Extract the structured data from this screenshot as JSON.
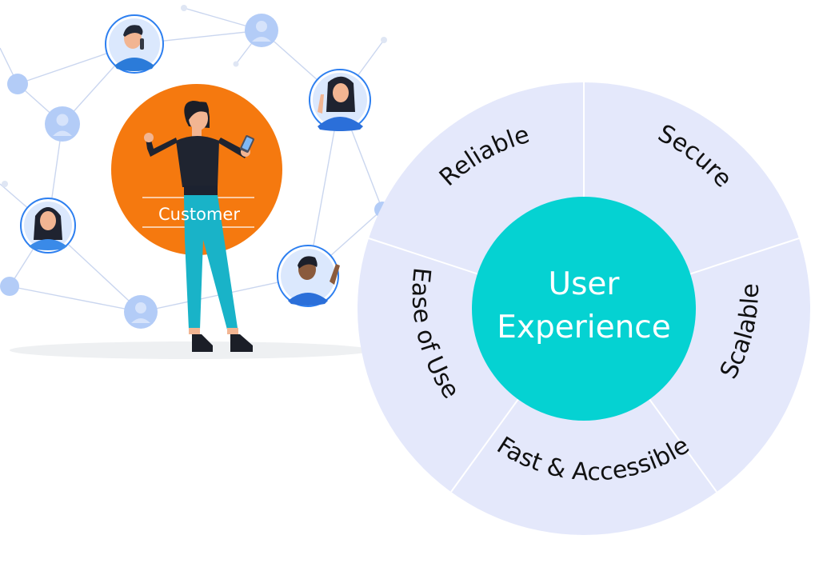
{
  "customer_label": "Customer",
  "center_label": {
    "line1": "User",
    "line2": "Experience"
  },
  "segments": [
    {
      "label": "Reliable"
    },
    {
      "label": "Secure"
    },
    {
      "label": "Scalable"
    },
    {
      "label": "Fast & Accessible"
    },
    {
      "label": "Ease of Use"
    }
  ],
  "colors": {
    "ring": "#e4e8fb",
    "ring_divider": "#ffffff",
    "center": "#05d2d2",
    "customer_circle": "#f5790f",
    "network_line": "#cad6ef",
    "network_node": "#b3ccf7",
    "avatar_ring": "#2d7ff0",
    "label_text": "#111111",
    "center_text": "#ffffff"
  }
}
